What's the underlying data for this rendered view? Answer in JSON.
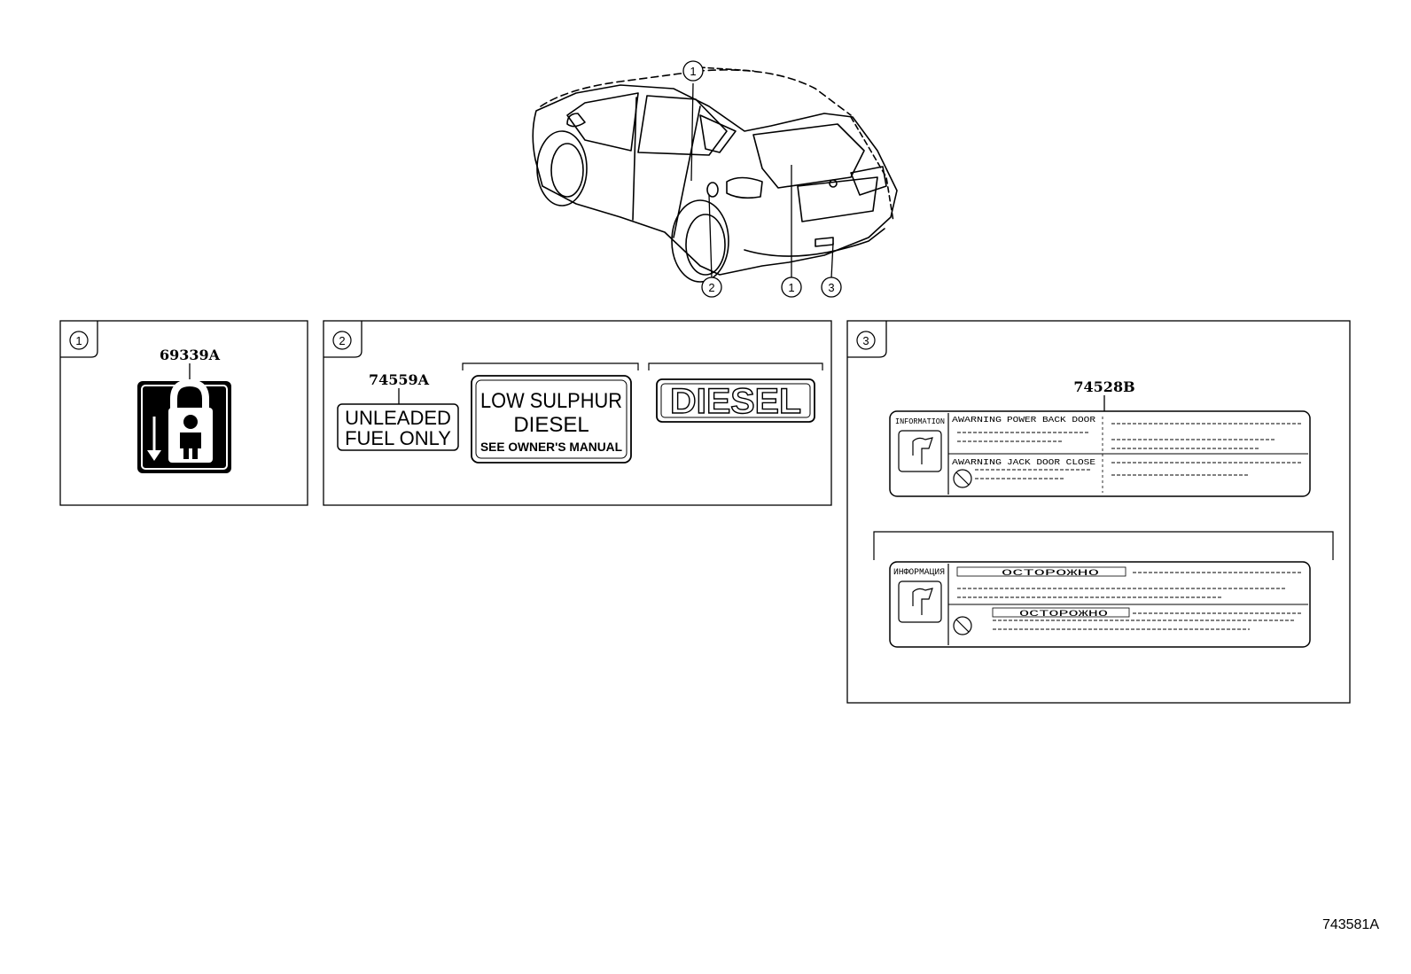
{
  "vehicle": {
    "callouts": [
      "1",
      "2",
      "1",
      "3"
    ]
  },
  "panels": [
    {
      "number": "1",
      "part_number": "69339A"
    },
    {
      "number": "2",
      "part_number": "74559A",
      "labels": {
        "unleaded_line1": "UNLEADED",
        "unleaded_line2": "FUEL ONLY",
        "low_sulphur_line1": "LOW SULPHUR",
        "low_sulphur_line2": "DIESEL",
        "low_sulphur_line3": "SEE OWNER'S MANUAL",
        "diesel": "DIESEL"
      }
    },
    {
      "number": "3",
      "part_number": "74528B",
      "label_english": {
        "information": "INFORMATION",
        "warning1": "AWARNING",
        "warning1_text": "POWER BACK DOOR",
        "warning2": "AWARNING",
        "warning2_text": "JACK DOOR CLOSE"
      },
      "label_russian": {
        "information": "ИНФОРМАЦИЯ",
        "caution1": "ОСТОРОЖНО",
        "caution2": "ОСТОРОЖНО"
      }
    }
  ],
  "figure_id": "743581A",
  "colors": {
    "line": "#000000",
    "background": "#ffffff"
  }
}
